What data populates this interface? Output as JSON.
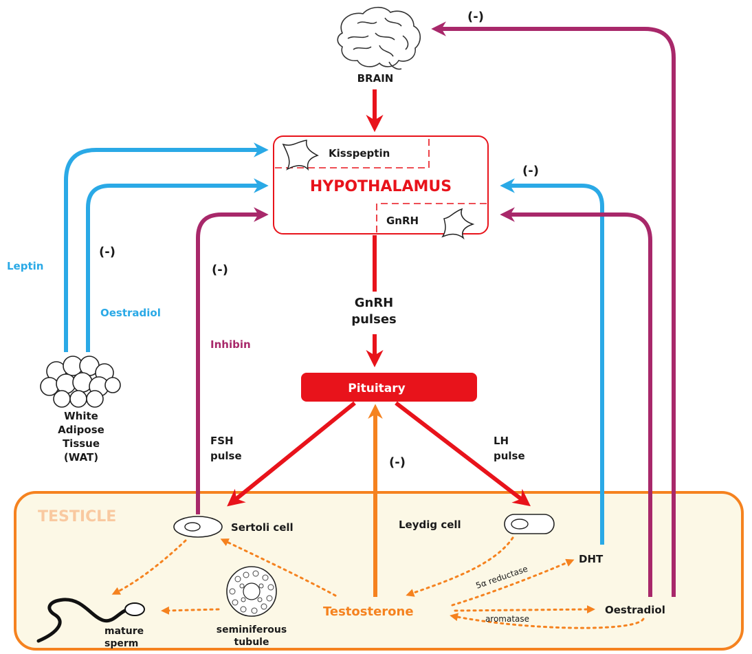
{
  "colors": {
    "red": "#e8131b",
    "blue": "#2aa9e6",
    "purple": "#a8286a",
    "orange": "#f5821f",
    "testicle_fill": "#fcf8e6",
    "testicle_label": "#f9c9a0"
  },
  "icons": {
    "brain": "brain-icon",
    "kisspeptin_neuron": "neuron-icon",
    "gnrh_neuron": "neuron-icon",
    "adipose": "fat-cells-icon",
    "sertoli": "cell-icon",
    "leydig": "cell-icon",
    "tubule": "tubule-icon",
    "sperm": "sperm-icon"
  },
  "nodes": {
    "brain": "BRAIN",
    "kisspeptin": "Kisspeptin",
    "hypothalamus": "HYPOTHALAMUS",
    "gnrh": "GnRH",
    "gnrh_pulses_1": "GnRH",
    "gnrh_pulses_2": "pulses",
    "pituitary": "Pituitary",
    "wat_1": "White",
    "wat_2": "Adipose",
    "wat_3": "Tissue",
    "wat_4": "(WAT)",
    "fsh_1": "FSH",
    "fsh_2": "pulse",
    "lh_1": "LH",
    "lh_2": "pulse",
    "testicle": "TESTICLE",
    "sertoli": "Sertoli cell",
    "leydig": "Leydig cell",
    "dht": "DHT",
    "reductase": "5α reductase",
    "testosterone": "Testosterone",
    "aromatase": "aromatase",
    "oestradiol_testis": "Oestradiol",
    "tubule_1": "seminiferous",
    "tubule_2": "tubule",
    "sperm_1": "mature",
    "sperm_2": "sperm"
  },
  "feedback": {
    "leptin": "Leptin",
    "oestradiol_wat": "Oestradiol",
    "inhibin": "Inhibin",
    "neg": "(-)"
  }
}
